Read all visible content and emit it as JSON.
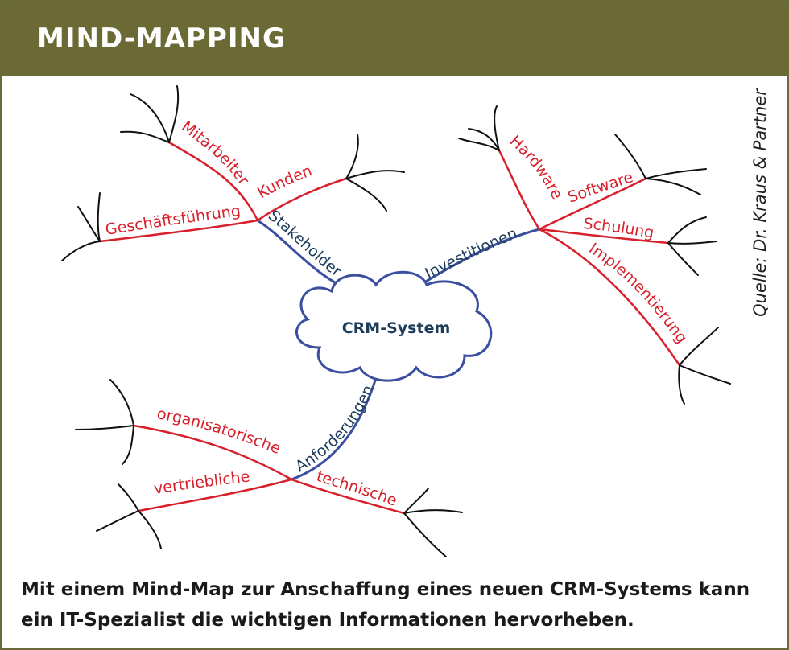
{
  "header": {
    "title": "MIND-MAPPING"
  },
  "source": "Quelle: Dr. Kraus & Partner",
  "center": {
    "label": "CRM-System"
  },
  "main_branches": {
    "stakeholder": "Stakeholder",
    "investitionen": "Investitionen",
    "anforderungen": "Anforderungen"
  },
  "sub_branches": {
    "mitarbeiter": "Mitarbeiter",
    "kunden": "Kunden",
    "geschaeftsfuehrung": "Geschäftsführung",
    "hardware": "Hardware",
    "software": "Software",
    "schulung": "Schulung",
    "implementierung": "Implementierung",
    "organisatorische": "organisatorische",
    "vertriebliche": "vertriebliche",
    "technische": "technische"
  },
  "caption": "Mit einem Mind-Map zur Anschaffung eines neuen CRM-Systems kann ein IT-Spezialist die wichtigen Informationen hervorheben.",
  "colors": {
    "header_bg": "#6b6a35",
    "main_branch": "#3b4fa0",
    "sub_branch": "#d8202c",
    "twig": "#111111"
  }
}
